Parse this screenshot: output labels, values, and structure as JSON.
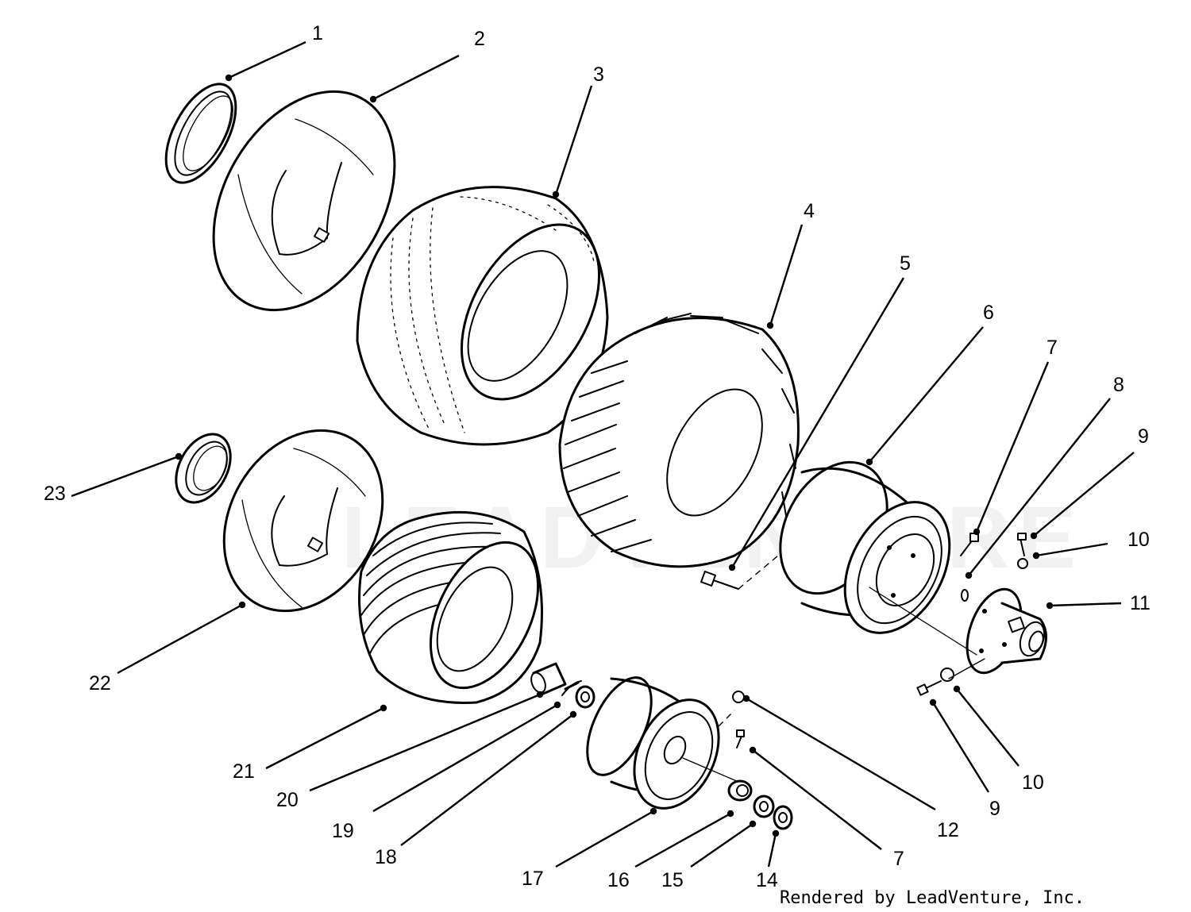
{
  "credit": "Rendered by LeadVenture, Inc.",
  "watermark": "LEADVENTURE",
  "callouts": [
    "1",
    "2",
    "3",
    "4",
    "5",
    "6",
    "7",
    "8",
    "9",
    "10",
    "11",
    "12",
    "7",
    "9",
    "10",
    "14",
    "15",
    "16",
    "17",
    "18",
    "19",
    "20",
    "21",
    "22",
    "23"
  ]
}
